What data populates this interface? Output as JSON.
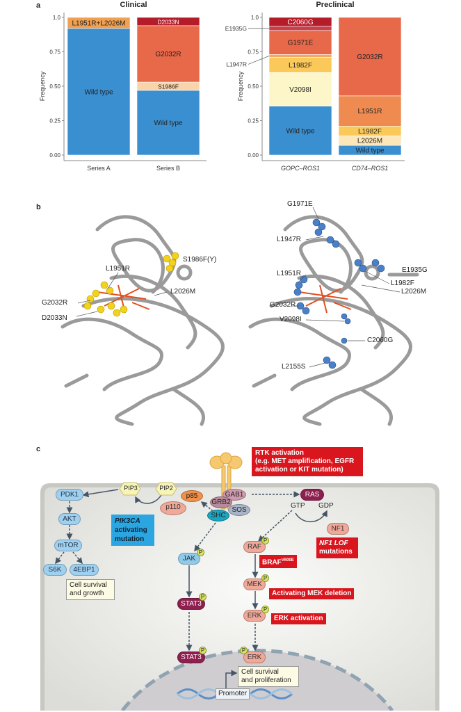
{
  "panel_labels": {
    "a": "a",
    "b": "b",
    "c": "c"
  },
  "chart_data": [
    {
      "type": "bar",
      "stacked": true,
      "title": "Clinical",
      "ylabel": "Frequency",
      "ylim": [
        0,
        1
      ],
      "yticks": [
        "0.00",
        "0.25",
        "0.50",
        "0.75",
        "1.0"
      ],
      "categories": [
        "Series A",
        "Series B"
      ],
      "bars": [
        {
          "category": "Series A",
          "segments": [
            {
              "name": "Wild type",
              "value": 0.92,
              "color": "#3a8fd0"
            },
            {
              "name": "L1951R+L2026M",
              "value": 0.08,
              "color": "#f0a050"
            }
          ]
        },
        {
          "category": "Series B",
          "segments": [
            {
              "name": "Wild type",
              "value": 0.47,
              "color": "#3a8fd0"
            },
            {
              "name": "S1986F",
              "value": 0.06,
              "color": "#fbd3a8"
            },
            {
              "name": "G2032R",
              "value": 0.41,
              "color": "#e8684a"
            },
            {
              "name": "D2033N",
              "value": 0.06,
              "color": "#b51c2a"
            }
          ]
        }
      ]
    },
    {
      "type": "bar",
      "stacked": true,
      "title": "Preclinical",
      "ylabel": "Frequency",
      "ylim": [
        0,
        1
      ],
      "yticks": [
        "0.00",
        "0.25",
        "0.50",
        "0.75",
        "1.0"
      ],
      "categories": [
        "GOPC–ROS1",
        "CD74–ROS1"
      ],
      "bars": [
        {
          "category": "GOPC–ROS1",
          "segments": [
            {
              "name": "Wild type",
              "value": 0.355,
              "color": "#3a8fd0"
            },
            {
              "name": "V2098I",
              "value": 0.245,
              "color": "#fdf6c8"
            },
            {
              "name": "L1982F",
              "value": 0.11,
              "color": "#fbc85a"
            },
            {
              "name": "L1947R",
              "value": 0.02,
              "color": "#f5a860",
              "outside": true
            },
            {
              "name": "G1971E",
              "value": 0.175,
              "color": "#e8684a"
            },
            {
              "name": "E1935G",
              "value": 0.03,
              "color": "#c8404a",
              "outside": true
            },
            {
              "name": "C2060G",
              "value": 0.065,
              "color": "#b51c2a"
            }
          ]
        },
        {
          "category": "CD74–ROS1",
          "segments": [
            {
              "name": "Wild type",
              "value": 0.07,
              "color": "#3a8fd0"
            },
            {
              "name": "L2026M",
              "value": 0.07,
              "color": "#fde6b8"
            },
            {
              "name": "L1982F",
              "value": 0.07,
              "color": "#fbc85a"
            },
            {
              "name": "L1951R",
              "value": 0.22,
              "color": "#ef8a50"
            },
            {
              "name": "G2032R",
              "value": 0.57,
              "color": "#e8684a"
            }
          ]
        }
      ]
    }
  ],
  "panel_b": {
    "left": [
      "S1986F(Y)",
      "L1951R",
      "L2026M",
      "G2032R",
      "D2033N"
    ],
    "right": [
      "G1971E",
      "L1947R",
      "E1935G",
      "L1982F",
      "L1951R",
      "L2026M",
      "G2032R",
      "V2098I",
      "C2060G",
      "L2155S"
    ]
  },
  "panel_c": {
    "nodes": {
      "pdk1": "PDK1",
      "akt": "AKT",
      "mtor": "mTOR",
      "s6k": "S6K",
      "ebp": "4EBP1",
      "pip3": "PIP3",
      "pip2": "PIP2",
      "p85": "p85",
      "p110": "p110",
      "grb2": "GRB2",
      "gab1": "GAB1",
      "sos": "SOS",
      "shc": "SHC",
      "ras": "RAS",
      "gtp": "GTP",
      "gdp": "GDP",
      "nf1": "NF1",
      "jak": "JAK",
      "raf": "RAF",
      "mek": "MEK",
      "stat3": "STAT3",
      "erk": "ERK",
      "stat3n": "STAT3",
      "erkn": "ERK",
      "p": "P"
    },
    "boxes": {
      "rtk1": "RTK activation",
      "rtk2": "(e.g. MET amplification, EGFR",
      "rtk3": "activation or KIT mutation)",
      "pik1": "PIK3CA",
      "pik2": "activating",
      "pik3": "mutation",
      "nf1a": "NF1 LOF",
      "nf1b": "mutations",
      "braf": "BRAF",
      "braf_sup": "V600E",
      "mek": "Activating MEK deletion",
      "erk": "ERK activation",
      "surv1": "Cell survival",
      "surv2": "and growth",
      "prol1": "Cell survival",
      "prol2": "and proliferation",
      "promoter": "Promoter"
    }
  }
}
